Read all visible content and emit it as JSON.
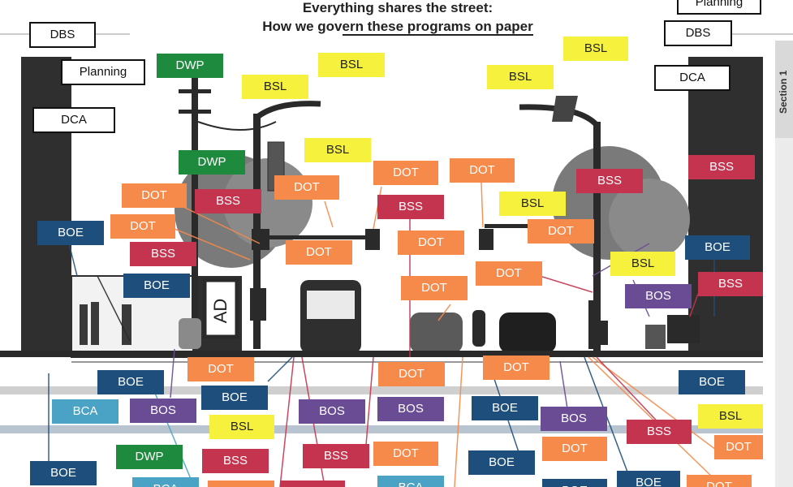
{
  "title": {
    "line1": "Everything shares the street:",
    "line2_prefix": "How we gov",
    "line2_underlined": "ern these programs on paper"
  },
  "section_tab": "Section 1",
  "colors": {
    "DOT": "#f58a4b",
    "BSS": "#c4344f",
    "BSL": "#f5f13c",
    "BOE": "#1e4f7c",
    "BOS": "#6a4c95",
    "DWP": "#1e8a3e",
    "BCA": "#4aa3c4",
    "building": "#2f2f2f",
    "sidewalk": "#e6e6e6"
  },
  "labels": [
    {
      "text": "DBS",
      "style": "outline"
    },
    {
      "text": "Planning",
      "style": "outline"
    },
    {
      "text": "DCA",
      "style": "outline"
    },
    {
      "text": "Planning",
      "style": "outline"
    },
    {
      "text": "DBS",
      "style": "outline"
    },
    {
      "text": "DCA",
      "style": "outline"
    },
    {
      "text": "DWP",
      "style": "DWP"
    },
    {
      "text": "DWP",
      "style": "DWP"
    },
    {
      "text": "BSL",
      "style": "BSL"
    },
    {
      "text": "BSL",
      "style": "BSL"
    },
    {
      "text": "BSL",
      "style": "BSL"
    },
    {
      "text": "BSL",
      "style": "BSL"
    },
    {
      "text": "BSL",
      "style": "BSL"
    },
    {
      "text": "BSL",
      "style": "BSL"
    },
    {
      "text": "BSL",
      "style": "BSL"
    },
    {
      "text": "DOT",
      "style": "DOT"
    },
    {
      "text": "DOT",
      "style": "DOT"
    },
    {
      "text": "DOT",
      "style": "DOT"
    },
    {
      "text": "DOT",
      "style": "DOT"
    },
    {
      "text": "DOT",
      "style": "DOT"
    },
    {
      "text": "DOT",
      "style": "DOT"
    },
    {
      "text": "DOT",
      "style": "DOT"
    },
    {
      "text": "DOT",
      "style": "DOT"
    },
    {
      "text": "DOT",
      "style": "DOT"
    },
    {
      "text": "BSS",
      "style": "BSS"
    },
    {
      "text": "BSS",
      "style": "BSS"
    },
    {
      "text": "BSS",
      "style": "BSS"
    },
    {
      "text": "BSS",
      "style": "BSS"
    },
    {
      "text": "BSS",
      "style": "BSS"
    },
    {
      "text": "BSS",
      "style": "BSS"
    },
    {
      "text": "BOE",
      "style": "BOE"
    },
    {
      "text": "BOE",
      "style": "BOE"
    },
    {
      "text": "BOE",
      "style": "BOE"
    },
    {
      "text": "BOS",
      "style": "BOS"
    },
    {
      "text": "DOT",
      "style": "DOT"
    },
    {
      "text": "DOT",
      "style": "DOT"
    },
    {
      "text": "DOT",
      "style": "DOT"
    },
    {
      "text": "BOE",
      "style": "BOE"
    },
    {
      "text": "BOE",
      "style": "BOE"
    },
    {
      "text": "BOE",
      "style": "BOE"
    },
    {
      "text": "BCA",
      "style": "BCA"
    },
    {
      "text": "BOS",
      "style": "BOS"
    },
    {
      "text": "BOS",
      "style": "BOS"
    },
    {
      "text": "BOS",
      "style": "BOS"
    },
    {
      "text": "BOS",
      "style": "BOS"
    },
    {
      "text": "BOE",
      "style": "BOE"
    },
    {
      "text": "BSL",
      "style": "BSL"
    },
    {
      "text": "BSL",
      "style": "BSL"
    },
    {
      "text": "BSS",
      "style": "BSS"
    },
    {
      "text": "DWP",
      "style": "DWP"
    },
    {
      "text": "BSS",
      "style": "BSS"
    },
    {
      "text": "BSS",
      "style": "BSS"
    },
    {
      "text": "DOT",
      "style": "DOT"
    },
    {
      "text": "BOE",
      "style": "BOE"
    },
    {
      "text": "DOT",
      "style": "DOT"
    },
    {
      "text": "DOT",
      "style": "DOT"
    },
    {
      "text": "BOE",
      "style": "BOE"
    },
    {
      "text": "BOE",
      "style": "BOE"
    },
    {
      "text": "BOE",
      "style": "BOE"
    },
    {
      "text": "DOT",
      "style": "DOT"
    },
    {
      "text": "BCA",
      "style": "BCA"
    },
    {
      "text": "BCA",
      "style": "BCA"
    },
    {
      "text": "DOT",
      "style": "DOT"
    },
    {
      "text": "BSS",
      "style": "BSS"
    },
    {
      "text": "DOT",
      "style": "DOT"
    }
  ],
  "street_items": {
    "ad_sign": "AD"
  }
}
